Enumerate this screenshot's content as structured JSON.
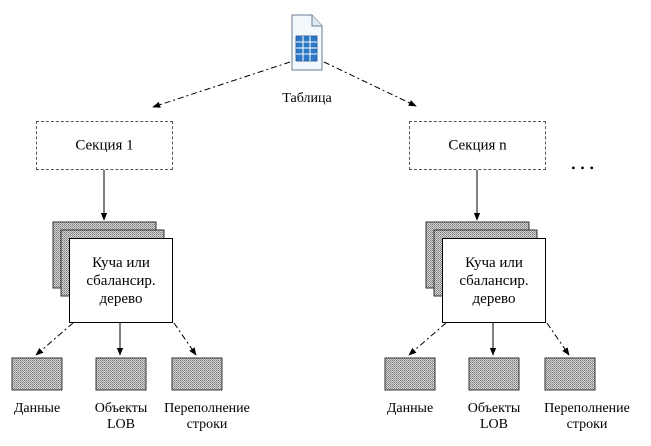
{
  "table": {
    "label": "Таблица"
  },
  "sections": [
    {
      "label": "Секция 1",
      "heap_label": "Куча или\nсбалансир.\nдерево",
      "leaves": [
        "Данные",
        "Объекты\nLOB",
        "Переполнение\nстроки"
      ]
    },
    {
      "label": "Секция n",
      "heap_label": "Куча или\nсбалансир.\nдерево",
      "leaves": [
        "Данные",
        "Объекты\nLOB",
        "Переполнение\nстроки"
      ]
    }
  ],
  "ellipsis": "• • •"
}
